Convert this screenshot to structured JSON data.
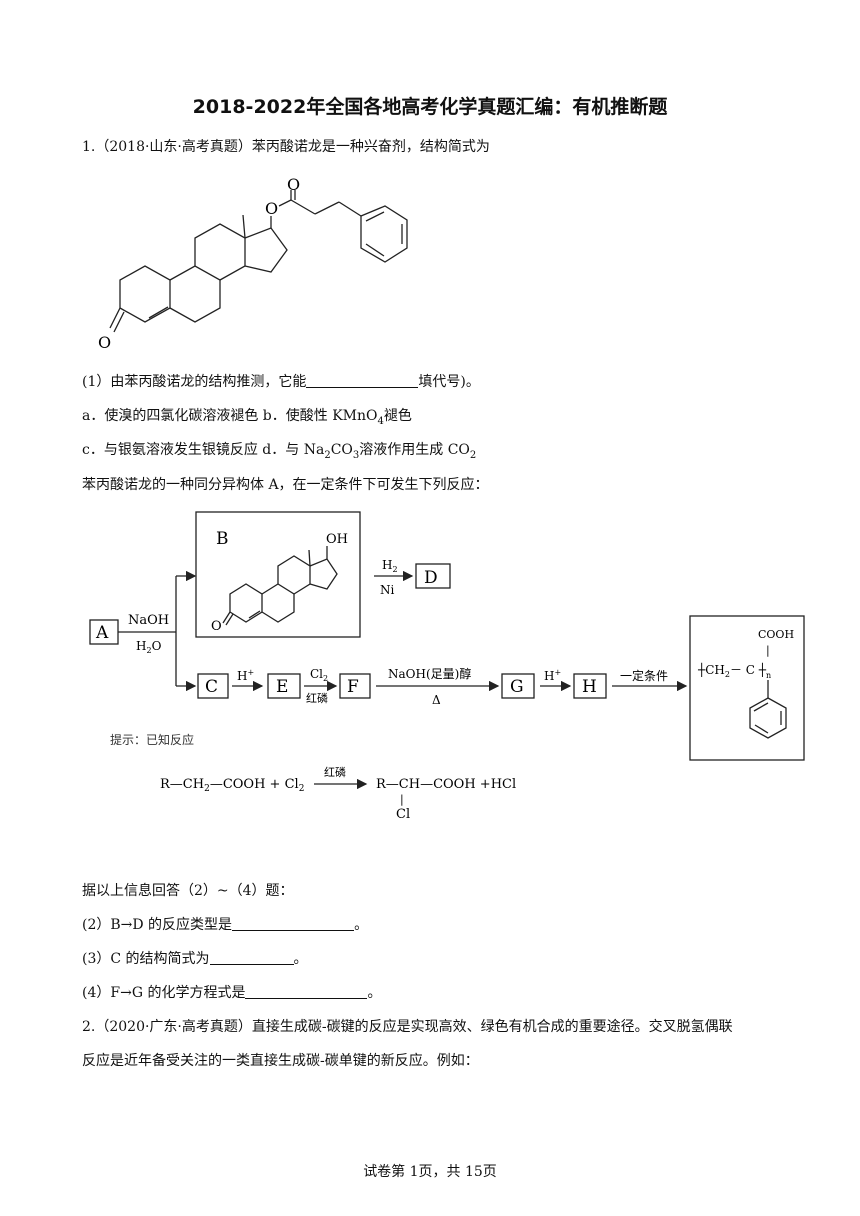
{
  "title": "2018-2022年全国各地高考化学真题汇编：有机推断题",
  "q1": {
    "intro": "1.（2018·山东·高考真题）苯丙酸诺龙是一种兴奋剂，结构简式为",
    "struct_labels": {
      "o_top": "O",
      "o_ester": "O",
      "o_ketone": "O"
    },
    "p1_pre": "(1）由苯丙酸诺龙的结构推测，它能",
    "p1_post": "填代号)。",
    "opt_ab_1": "a．使溴的四氯化碳溶液褪色  b．使酸性 KMnO",
    "opt_ab_sub": "4",
    "opt_ab_2": "褪色",
    "opt_cd_1": "c．与银氨溶液发生银镜反应  d．与 Na",
    "opt_cd_s1": "2",
    "opt_cd_2": "CO",
    "opt_cd_s2": "3",
    "opt_cd_3": "溶液作用生成 CO",
    "opt_cd_s3": "2",
    "isomer": "苯丙酸诺龙的一种同分异构体 A，在一定条件下可发生下列反应：",
    "scheme": {
      "A": "A",
      "B": "B",
      "C": "C",
      "D": "D",
      "E": "E",
      "F": "F",
      "G": "G",
      "H": "H",
      "b_oh": "OH",
      "b_o": "O",
      "naoh": "NaOH",
      "h2o": "H",
      "h2o_sub": "2",
      "h2o_o": "O",
      "h2": "H",
      "h2_sub": "2",
      "ni": "Ni",
      "hplus": "H",
      "hplus_sup": "+",
      "cl2": "Cl",
      "cl2_sub": "2",
      "red_p": "红磷",
      "naoh_alc": "NaOH(足量)醇",
      "delta": "Δ",
      "hplus2": "H",
      "hplus2_sup": "+",
      "cond": "一定条件",
      "poly_cooh": "COOH",
      "poly_pipe": "|",
      "poly_main": "┼CH",
      "poly_sub": "2",
      "poly_rest": "－ C ┼",
      "poly_n": "n"
    },
    "hint": "提示：已知反应",
    "rxn": {
      "left": "R—CH",
      "left_sub": "2",
      "left_rest": "—COOH +  Cl",
      "cl_sub": "2",
      "cat": "红磷",
      "right": "R—CH—COOH  +HCl",
      "pipe": "|",
      "cl": "Cl"
    },
    "answer_intro": "据以上信息回答（2）~（4）题：",
    "p2": "(2）B→D 的反应类型是",
    "p3": "(3）C 的结构简式为",
    "p4": "(4）F→G 的化学方程式是",
    "period": "。"
  },
  "q2": {
    "line1": "2.（2020·广东·高考真题）直接生成碳-碳键的反应是实现高效、绿色有机合成的重要途径。交叉脱氢偶联",
    "line2": "反应是近年备受关注的一类直接生成碳-碳单键的新反应。例如："
  },
  "footer": "试卷第 1页，共 15页"
}
